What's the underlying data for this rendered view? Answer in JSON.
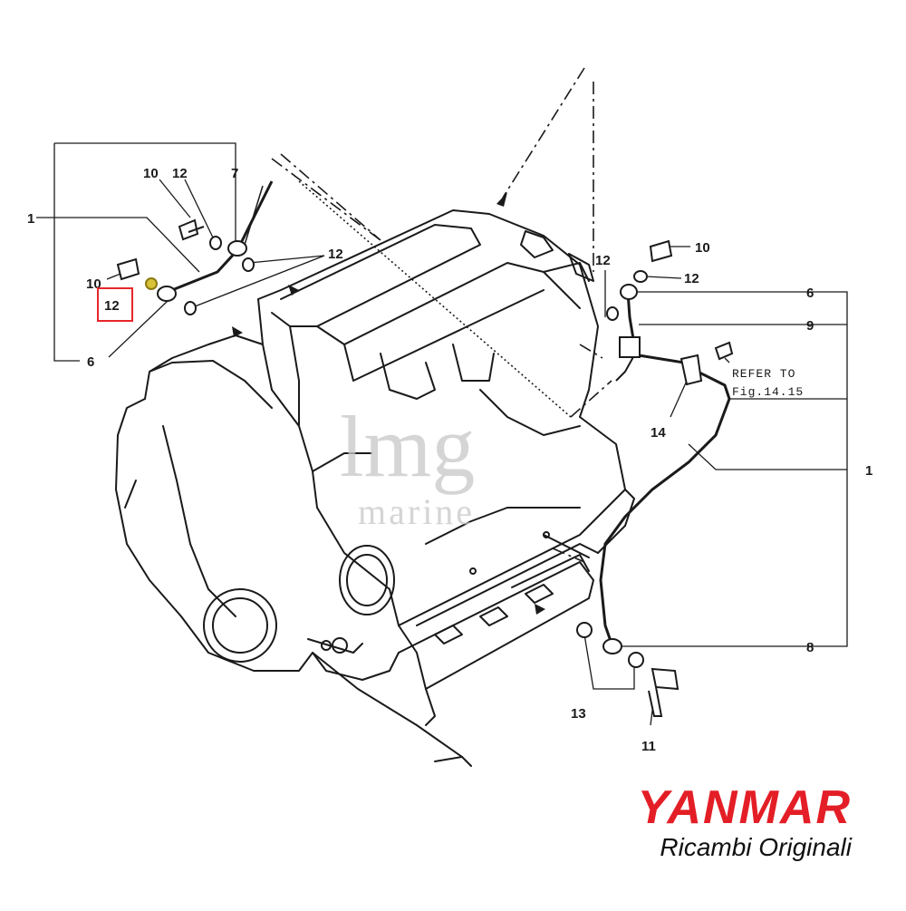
{
  "diagram": {
    "callouts": [
      {
        "id": "c1-left",
        "text": "1"
      },
      {
        "id": "c10-top",
        "text": "10"
      },
      {
        "id": "c12-top",
        "text": "12"
      },
      {
        "id": "c7",
        "text": "7"
      },
      {
        "id": "c12-mid",
        "text": "12"
      },
      {
        "id": "c10-left",
        "text": "10"
      },
      {
        "id": "c12-highlight",
        "text": "12"
      },
      {
        "id": "c6-left",
        "text": "6"
      },
      {
        "id": "c12-right-top",
        "text": "12"
      },
      {
        "id": "c10-right",
        "text": "10"
      },
      {
        "id": "c12-right",
        "text": "12"
      },
      {
        "id": "c6-right",
        "text": "6"
      },
      {
        "id": "c9",
        "text": "9"
      },
      {
        "id": "c14",
        "text": "14"
      },
      {
        "id": "c1-right",
        "text": "1"
      },
      {
        "id": "c8",
        "text": "8"
      },
      {
        "id": "c13",
        "text": "13"
      },
      {
        "id": "c11",
        "text": "11"
      }
    ],
    "note_line1": "REFER TO",
    "note_line2": "Fig.14.15",
    "highlight_color": "#e8262a",
    "part_highlight_color": "#d8c23a"
  },
  "watermark": {
    "line1": "lmg",
    "line2": "marine"
  },
  "brand": {
    "name": "YANMAR",
    "tagline": "Ricambi Originali",
    "color": "#e41e26"
  }
}
